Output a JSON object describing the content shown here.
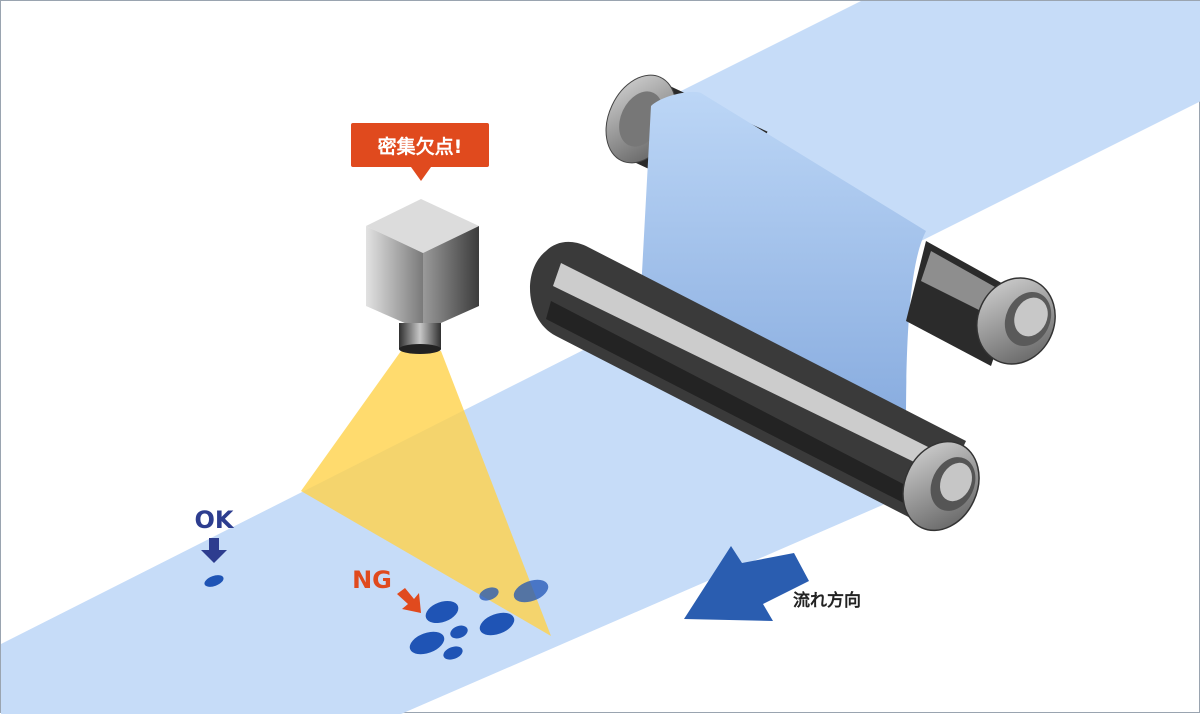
{
  "callout": {
    "text": "密集欠点!",
    "color": "#e04a1e"
  },
  "labels": {
    "ok": {
      "text": "OK",
      "color": "#2d3d8f"
    },
    "ng": {
      "text": "NG",
      "color": "#e04a1e"
    },
    "flow_direction": "流れ方向"
  },
  "colors": {
    "web": "#c6dcf8",
    "web_shadow": "#8fb3e4",
    "defect": "#1f54b5",
    "light_cone": "#ffd24a",
    "flow_arrow": "#2a5db0"
  },
  "icons": [
    "camera-icon",
    "roller-icon",
    "arrow-down-icon",
    "arrow-diagonal-icon",
    "flow-arrow-icon"
  ]
}
